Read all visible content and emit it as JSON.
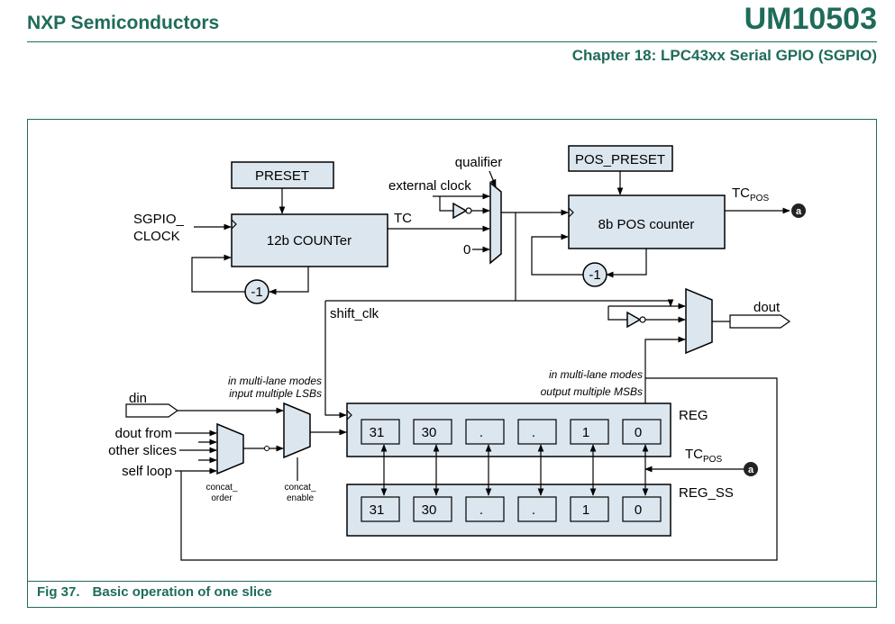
{
  "header": {
    "company": "NXP Semiconductors",
    "doc_id": "UM10503",
    "chapter": "Chapter 18: LPC43xx Serial GPIO (SGPIO)"
  },
  "caption": {
    "number": "Fig 37.",
    "title": "Basic operation of one slice"
  },
  "diagram": {
    "preset": "PRESET",
    "counter": "12b COUNTer",
    "sgpio_clock_1": "SGPIO_",
    "sgpio_clock_2": "CLOCK",
    "tc": "TC",
    "minus_one": "-1",
    "qualifier": "qualifier",
    "external_clock": "external clock",
    "zero_input": "0",
    "pos_preset": "POS_PRESET",
    "pos_counter": "8b POS counter",
    "tc_pos_main": "TC",
    "tc_pos_sub": "POS",
    "connector": "a",
    "shift_clk": "shift_clk",
    "dout": "dout",
    "din": "din",
    "dout_from": "dout from",
    "other_slices": "other slices",
    "self_loop": "self loop",
    "concat_order_1": "concat_",
    "concat_order_2": "order",
    "concat_enable_1": "concat_",
    "concat_enable_2": "enable",
    "multi_lane_in_1": "in multi-lane modes",
    "multi_lane_in_2": "input multiple LSBs",
    "multi_lane_out_1": "in multi-lane modes",
    "multi_lane_out_2": "output multiple MSBs",
    "reg_label": "REG",
    "reg_ss_label": "REG_SS",
    "reg_cells": [
      "31",
      "30",
      ".",
      ".",
      "1",
      "0"
    ],
    "reg_ss_cells": [
      "31",
      "30",
      ".",
      ".",
      "1",
      "0"
    ]
  }
}
